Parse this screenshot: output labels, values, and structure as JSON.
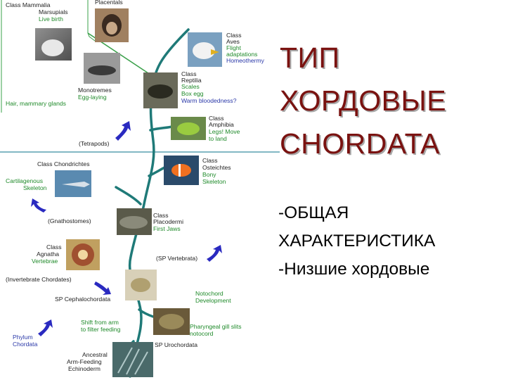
{
  "diagram": {
    "mammalia": {
      "class_label": "Class Mammalia",
      "marsupials": [
        "Marsupials",
        "Live birth"
      ],
      "placentals": "Placentals",
      "monotremes": [
        "Monotremes",
        "Egg-laying"
      ],
      "traits": "Hair, mammary glands"
    },
    "aves": [
      "Class",
      "Aves",
      "Flight",
      "adaptations",
      "Homeothermy"
    ],
    "reptilia": {
      "name": [
        "Class",
        "Reptilia"
      ],
      "traits": [
        "Scales",
        "Box egg",
        "Warm bloodedness?"
      ]
    },
    "amphibia": [
      "Class",
      "Amphibia",
      "Legs! Move",
      "to land"
    ],
    "tetrapods": "(Tetrapods)",
    "chondrichtes": "Class Chondrichtes",
    "cartilaginous": [
      "Cartilagenous",
      "Skeleton"
    ],
    "osteichtes": [
      "Class",
      "Osteichtes",
      "Bony",
      "Skeleton"
    ],
    "gnathostomes": "(Gnathostomes)",
    "placodermi": {
      "name": [
        "Class",
        "Placodermi"
      ],
      "traits": [
        "First Jaws"
      ]
    },
    "agnatha": {
      "name": [
        "Class",
        "Agnatha"
      ],
      "traits": [
        "Vertebrae"
      ]
    },
    "sp_vertebrata": "(SP Vertebrata)",
    "invertebrate_chordates": "(Invertebrate Chordates)",
    "cephalochordata": "SP Cephalochordata",
    "notochord": [
      "Notochord",
      "Development"
    ],
    "shift": [
      "Shift from arm",
      "to filter feeding"
    ],
    "pharyngeal": [
      "Pharyngeal gill slits",
      "notocord"
    ],
    "phylum": [
      "Phylum",
      "Chordata"
    ],
    "urochordata": "SP Urochordata",
    "ancestral": [
      "Ancestral",
      "Arm-Feeding",
      "Echinoderm"
    ]
  },
  "heading": {
    "line1": "ТИП",
    "line2": "ХОРДОВЫЕ",
    "line3": "CHORDATA"
  },
  "subtitle": {
    "line1": "-ОБЩАЯ",
    "line2": "ХАРАКТЕРИСТИКА",
    "line3": "-Низшие хордовые"
  },
  "colors": {
    "title": "#7a1210",
    "tree": "#1f7a78",
    "arrow": "#2a2ac0",
    "green_text": "#1f8a2a",
    "blue_text": "#2a38a8"
  }
}
